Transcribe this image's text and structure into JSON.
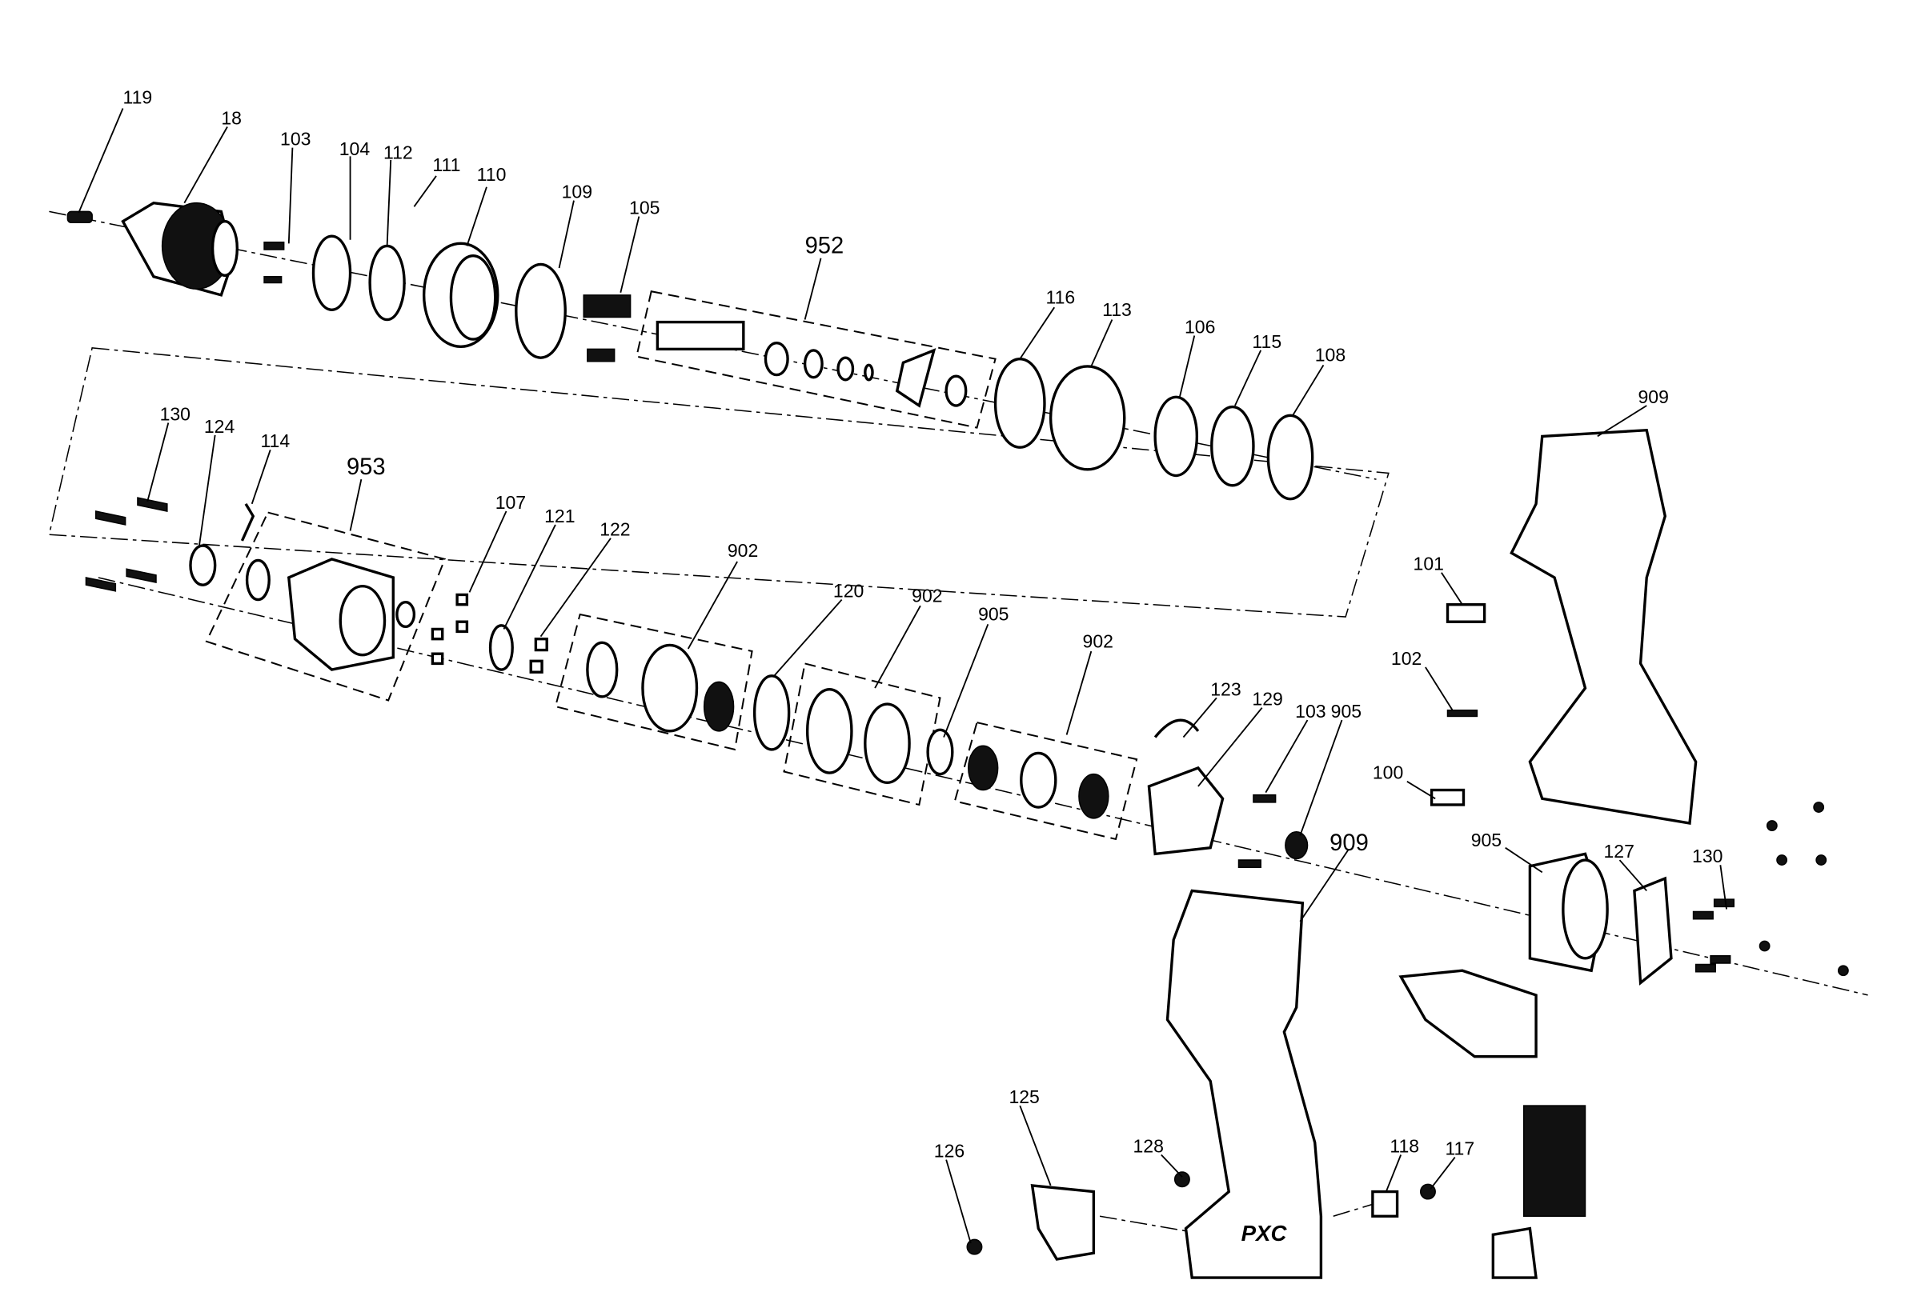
{
  "diagram": {
    "title": "Exploded parts diagram - cordless drill",
    "callouts": [
      "119",
      "18",
      "103",
      "104",
      "112",
      "111",
      "110",
      "109",
      "105",
      "952",
      "116",
      "113",
      "106",
      "115",
      "108",
      "909",
      "130",
      "124",
      "114",
      "953",
      "107",
      "121",
      "122",
      "902",
      "120",
      "902",
      "905",
      "902",
      "101",
      "102",
      "123",
      "129",
      "103",
      "905",
      "100",
      "909",
      "905",
      "127",
      "130",
      "125",
      "128",
      "126",
      "118",
      "117"
    ],
    "brand_logo": "PXC"
  }
}
